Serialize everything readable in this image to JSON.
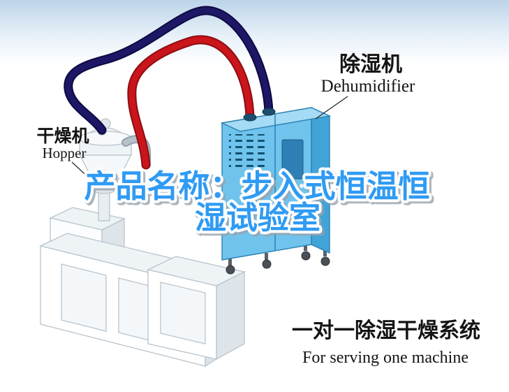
{
  "title": {
    "line1": "产品名称：步入式恒温恒",
    "line2": "湿试验室"
  },
  "labels": {
    "dehumidifier_cn": "除湿机",
    "dehumidifier_en": "Dehumidifier",
    "hopper_cn": "干燥机",
    "hopper_en": "Hopper",
    "system_cn": "一对一除湿干燥系统",
    "system_en": "For serving one machine"
  },
  "colors": {
    "title_fill": "#2F9BF3",
    "title_outline": "#FFFFFF",
    "pipe_red": "#C9151B",
    "pipe_navy": "#1D1766",
    "cabinet_front": "#6FC3EC",
    "cabinet_side": "#42A3D6",
    "cabinet_top": "#A5DBF4",
    "label_text": "#141414",
    "background_top": "#BCD4E9"
  }
}
